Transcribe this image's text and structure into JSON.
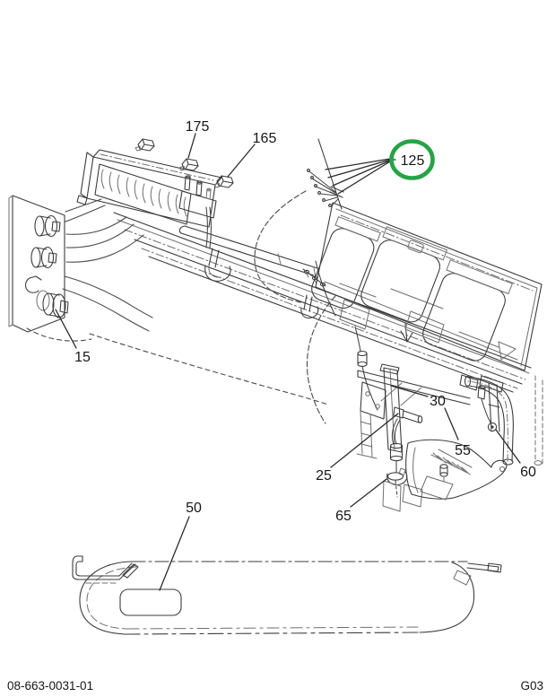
{
  "figure": {
    "footer_left": "08-663-0031-01",
    "footer_right": "G03",
    "highlight_color": "#27a347"
  },
  "callouts": {
    "c15": "15",
    "c25": "25",
    "c30": "30",
    "c50": "50",
    "c55": "55",
    "c60": "60",
    "c65": "65",
    "c125": "125",
    "c165": "165",
    "c175": "175"
  }
}
